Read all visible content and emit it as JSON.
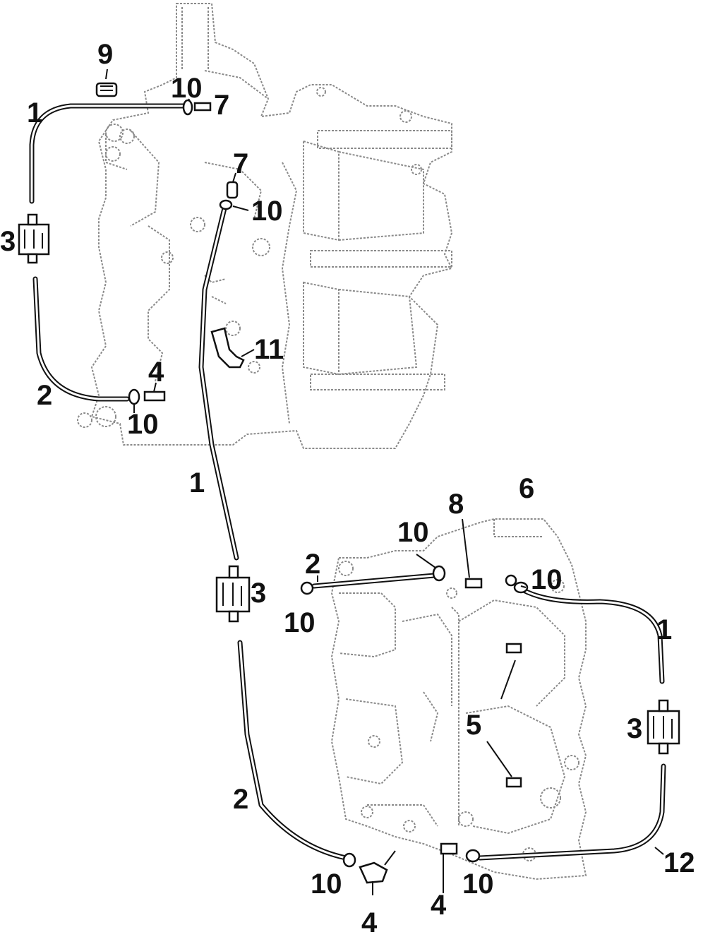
{
  "callouts": [
    {
      "id": "c9",
      "label": "9"
    },
    {
      "id": "c10a",
      "label": "10"
    },
    {
      "id": "c7a",
      "label": "7"
    },
    {
      "id": "c1a",
      "label": "1"
    },
    {
      "id": "c7b",
      "label": "7"
    },
    {
      "id": "c10b",
      "label": "10"
    },
    {
      "id": "c3a",
      "label": "3"
    },
    {
      "id": "c11",
      "label": "11"
    },
    {
      "id": "c4a",
      "label": "4"
    },
    {
      "id": "c2a",
      "label": "2"
    },
    {
      "id": "c10c",
      "label": "10"
    },
    {
      "id": "c1b",
      "label": "1"
    },
    {
      "id": "c8",
      "label": "8"
    },
    {
      "id": "c6",
      "label": "6"
    },
    {
      "id": "c10d",
      "label": "10"
    },
    {
      "id": "c2b",
      "label": "2"
    },
    {
      "id": "c10e",
      "label": "10"
    },
    {
      "id": "c3b",
      "label": "3"
    },
    {
      "id": "c10f",
      "label": "10"
    },
    {
      "id": "c1c",
      "label": "1"
    },
    {
      "id": "c5",
      "label": "5"
    },
    {
      "id": "c3c",
      "label": "3"
    },
    {
      "id": "c2c",
      "label": "2"
    },
    {
      "id": "c12",
      "label": "12"
    },
    {
      "id": "c10g",
      "label": "10"
    },
    {
      "id": "c10h",
      "label": "10"
    },
    {
      "id": "c4b",
      "label": "4"
    },
    {
      "id": "c4c",
      "label": "4"
    }
  ]
}
